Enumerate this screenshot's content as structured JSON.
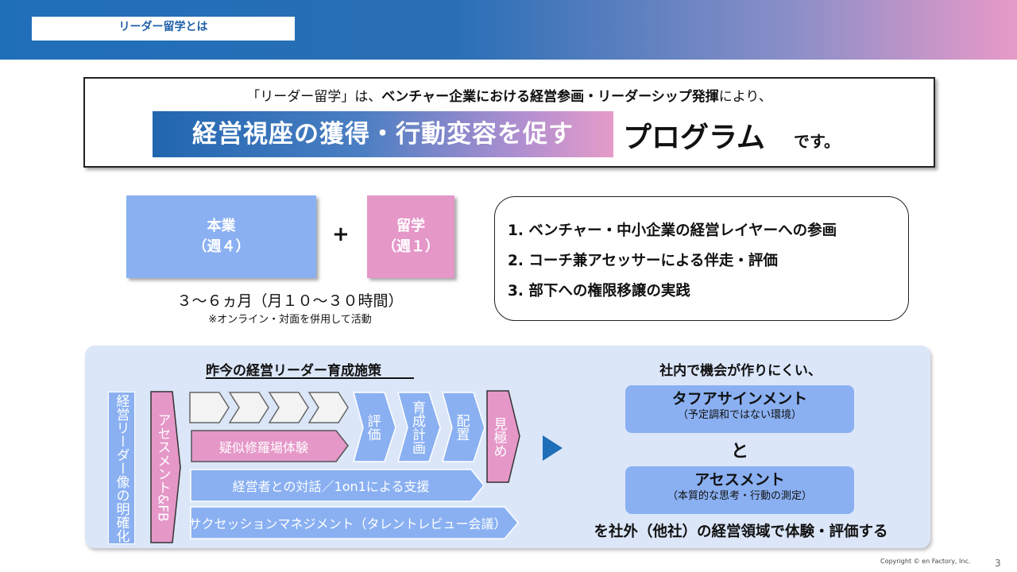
{
  "header": {
    "tab_label": "リーダー留学とは"
  },
  "intro": {
    "line_prefix": "「リーダー留学」は、",
    "line_bold": "ベンチャー企業における経営参画・リーダーシップ発揮",
    "line_suffix": "により、",
    "highlight": "経営視座の獲得・行動変容を促す",
    "program": "プログラム",
    "desu": "です。"
  },
  "schedule": {
    "main_title": "本業",
    "main_sub": "（週４）",
    "plus": "+",
    "ryugaku_title": "留学",
    "ryugaku_sub": "（週１）",
    "period": "３～６ヵ月（月１０～３０時間）",
    "note": "※オンライン・対面を併用して活動"
  },
  "features": [
    "1.  ベンチャー・中小企業の経営レイヤーへの参画",
    "2.  コーチ兼アセッサーによる伴走・評価",
    "3.  部下への権限移譲の実践"
  ],
  "bottom": {
    "left_title": "昨今の経営リーダー育成施策",
    "col1": "経営リーダー像の明確化",
    "col2": "アセスメント&FB",
    "shura": "疑似修羅場体験",
    "taiwa": "経営者との対話／1on1による支援",
    "succession": "サクセッションマネジメント（タレントレビュー会議）",
    "hyoka": "評価",
    "ikusei": "育成計画",
    "haichi": "配置",
    "mikiwame": "見極め",
    "right_title": "社内で機会が作りにくい、",
    "tough_title": "タフアサインメント",
    "tough_sub": "（予定調和ではない環境）",
    "to": "と",
    "assess_title": "アセスメント",
    "assess_sub": "（本質的な思考・行動の測定）",
    "conclusion": "を社外（他社）の経営領域で体験・評価する"
  },
  "footer": {
    "copyright": "Copyright © en Factory, Inc.",
    "page": "3"
  },
  "colors": {
    "blue": "#8ab0f2",
    "pink": "#e597c8",
    "panel": "#dbe6f9",
    "arrow": "#1f6fb8"
  }
}
